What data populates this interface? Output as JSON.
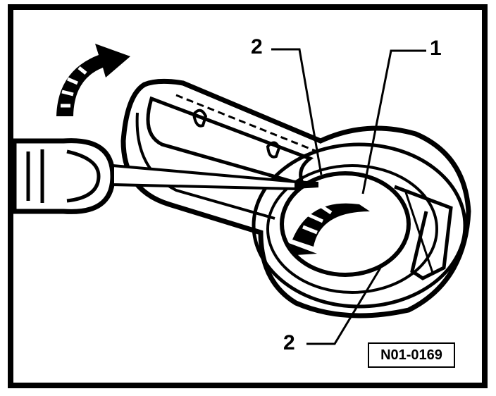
{
  "diagram": {
    "callouts": [
      {
        "id": "1",
        "label": "1"
      },
      {
        "id": "2a",
        "label": "2"
      },
      {
        "id": "2b",
        "label": "2"
      }
    ],
    "figure_ref": "N01-0169"
  },
  "colors": {
    "ink": "#000000",
    "paper": "#ffffff"
  }
}
